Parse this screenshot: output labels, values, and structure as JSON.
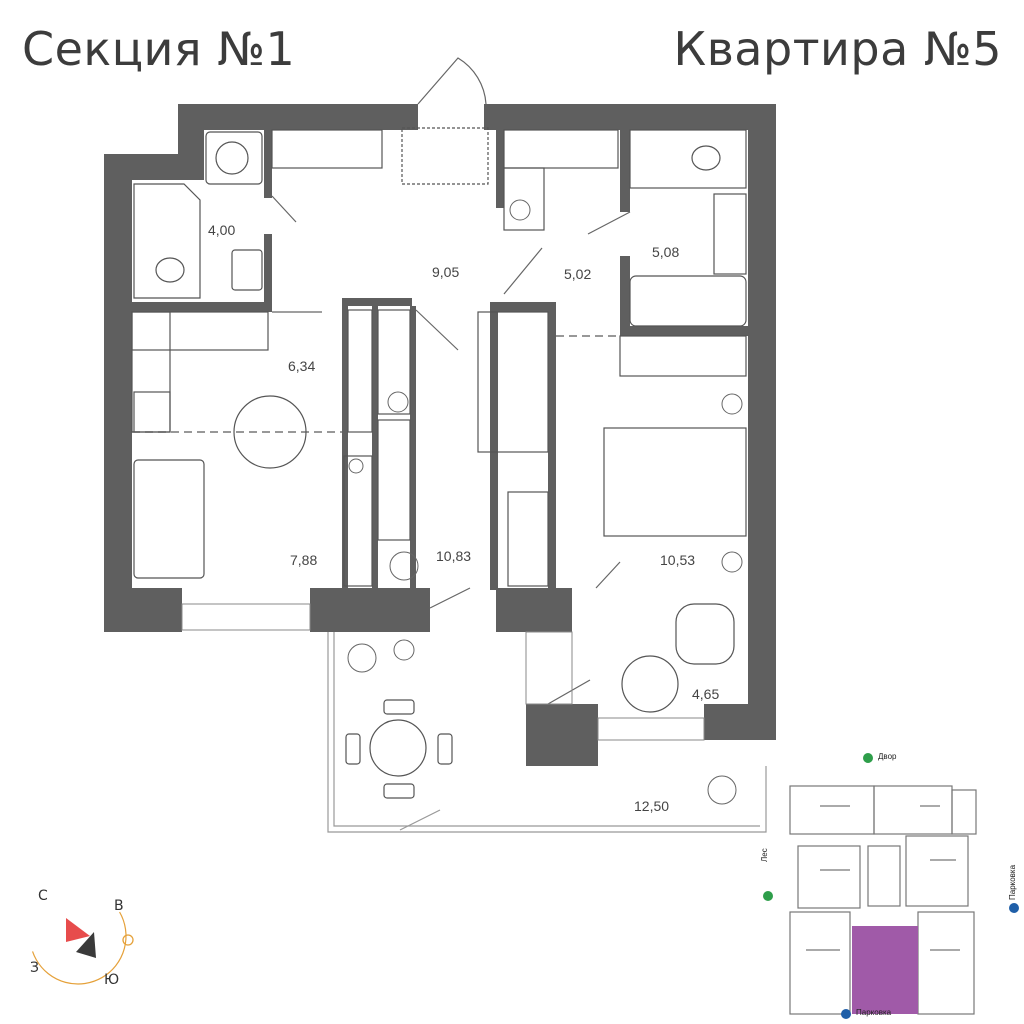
{
  "header": {
    "section": "Секция №1",
    "apartment": "Квартира №5"
  },
  "rooms": {
    "bathroom_1": "4,00",
    "hall": "9,05",
    "wardrobe_hall": "5,02",
    "bathroom_2": "5,08",
    "kitchen": "6,34",
    "living": "7,88",
    "bedroom_1": "10,83",
    "bedroom_2": "10,53",
    "loggia": "4,65",
    "terrace": "12,50"
  },
  "compass": {
    "north_west": "С",
    "north_east": "В",
    "south_west": "З",
    "south_east": "Ю"
  },
  "site_map": {
    "courtyard": "Двор",
    "forest": "Лес",
    "parking_right": "Парковка",
    "parking_bottom": "Парковка"
  },
  "colors": {
    "wall": "#5f5f5f",
    "highlight": "#a05aa8",
    "courtyard_dot": "#2e9e4a",
    "parking_dot": "#1f5fa8",
    "sun": "#e5a13a",
    "compass_red": "#e74c4c",
    "compass_dark": "#3a3a3a"
  }
}
